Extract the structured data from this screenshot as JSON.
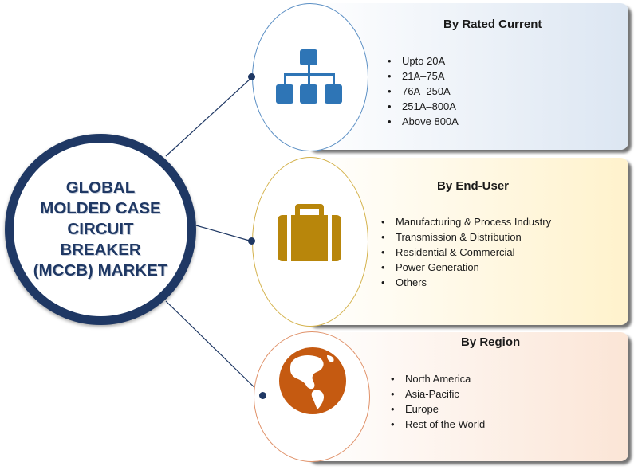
{
  "hub": {
    "title": "GLOBAL MOLDED CASE CIRCUIT BREAKER (MCCB) MARKET"
  },
  "segments": [
    {
      "heading": "By Rated Current",
      "icon": "hierarchy-icon",
      "items": [
        "Upto 20A",
        "21A–75A",
        "76A–250A",
        "251A–800A",
        "Above 800A"
      ]
    },
    {
      "heading": "By End-User",
      "icon": "briefcase-icon",
      "items": [
        "Manufacturing & Process Industry",
        "Transmission & Distribution",
        "Residential & Commercial",
        "Power Generation",
        "Others"
      ]
    },
    {
      "heading": "By Region",
      "icon": "globe-icon",
      "items": [
        "North America",
        "Asia-Pacific",
        "Europe",
        "Rest of the World"
      ]
    }
  ],
  "colors": {
    "hub_border": "#1f3864",
    "icon_blue": "#2e75b6",
    "icon_gold": "#b8860b",
    "icon_orange": "#c55a11"
  }
}
